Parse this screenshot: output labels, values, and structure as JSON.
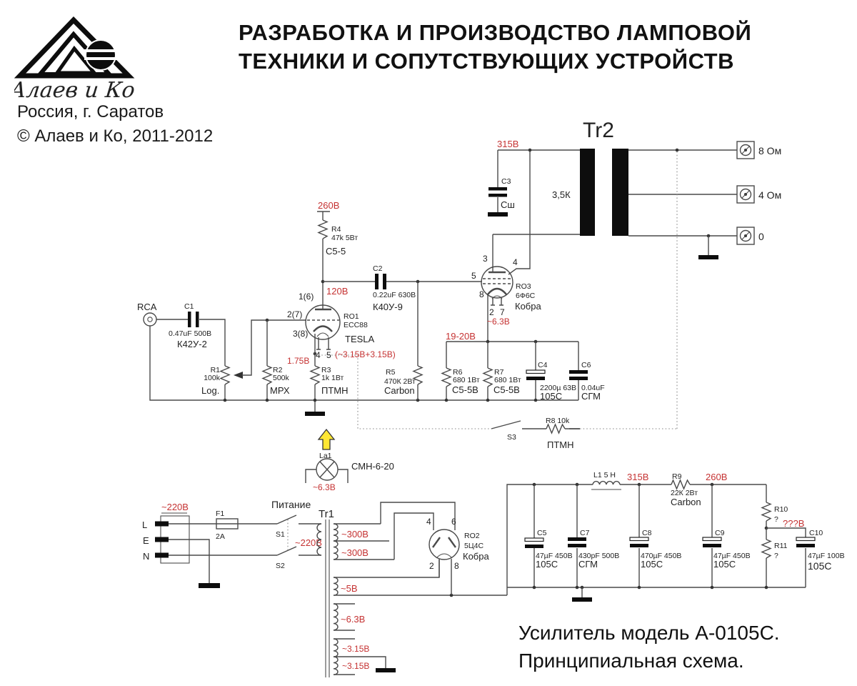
{
  "header": {
    "logo_text": "Алаев и Ко",
    "title1": "РАЗРАБОТКА И ПРОИЗВОДСТВО ЛАМПОВОЙ",
    "title2": "ТЕХНИКИ И СОПУТСТВУЮЩИХ УСТРОЙСТВ",
    "location": "Россия, г. Саратов",
    "copyright": "© Алаев и Ко, 2011-2012"
  },
  "footer": {
    "line1": "Усилитель модель А-0105С.",
    "line2": "Принципиальная схема."
  },
  "colors": {
    "accent_red": "#c53232",
    "arrow_yellow": "#ffe733",
    "line": "#4a4a4a"
  },
  "input": {
    "rca_label": "RCA",
    "c1_ref": "C1",
    "c1_val": "0.47uF 500В",
    "c1_type": "К42У-2",
    "r1_ref": "R1",
    "r1_val": "100k",
    "r1_type": "Log.",
    "r2_ref": "R2",
    "r2_val": "500k",
    "r2_type": "МРХ",
    "r3_ref": "R3",
    "r3_val": "1k 1Вт",
    "r3_type": "ПТМН",
    "r4_ref": "R4",
    "r4_val": "47k 5Вт",
    "r4_type": "С5-5",
    "r5_ref": "R5",
    "r5_val": "470К 2Вт",
    "r5_type": "Carbon",
    "c2_ref": "C2",
    "c2_val": "0.22uF 630В",
    "c2_type": "К40У-9",
    "v260": "260В",
    "v120": "120В",
    "v175": "1.75В",
    "vheat": "(~3.15В+3.15В)"
  },
  "ro1": {
    "ref": "RO1",
    "model": "ECC88",
    "brand": "TESLA",
    "p16": "1(6)",
    "p27": "2(7)",
    "p38": "3(8)",
    "p4": "4",
    "p5": "5"
  },
  "out": {
    "v1920": "19-20В",
    "v63": "~6.3В",
    "v315": "315В",
    "r6_ref": "R6",
    "r6_val": "680 1Вт",
    "r6_type": "С5-5В",
    "r7_ref": "R7",
    "r7_val": "680 1Вт",
    "r7_type": "С5-5В",
    "c4_ref": "C4",
    "c4_val": "2200µ 63В",
    "c4_type": "105С",
    "c6_ref": "C6",
    "c6_val": "0.04uF",
    "c6_type": "СГМ",
    "c3_ref": "C3",
    "c3_type": "Сш",
    "tr2": "Tr2",
    "imp": "3,5К",
    "t8": "8 Ом",
    "t4": "4 Ом",
    "t0": "0"
  },
  "ro3": {
    "ref": "RO3",
    "model": "6Ф6С",
    "brand": "Кобра",
    "p3": "3",
    "p4": "4",
    "p5": "5",
    "p8": "8",
    "p2": "2",
    "p7": "7"
  },
  "fb": {
    "s3": "S3",
    "r8": "R8 10k",
    "r8_type": "ПТМН"
  },
  "lamp": {
    "ref": "La1",
    "model": "СМН-6-20",
    "v": "~6.3В"
  },
  "psu": {
    "mains": "~220В",
    "t_l": "L",
    "t_e": "E",
    "t_n": "N",
    "f1": "F1",
    "f1_val": "2A",
    "power": "Питание",
    "s1": "S1",
    "s2": "S2",
    "tr1": "Tr1",
    "prim": "~220В",
    "w300a": "~300В",
    "w300b": "~300В",
    "w5": "~5В",
    "w63": "~6.3В",
    "w315a": "~3.15В",
    "w315b": "~3.15В",
    "l1": "L1  5 H",
    "v315": "315В",
    "v260": "260В",
    "vx": "???В",
    "r9_ref": "R9",
    "r9_val": "22К 2Вт",
    "r9_type": "Carbon",
    "c5_ref": "C5",
    "c5_val": "47µF 450В",
    "c5_type": "105С",
    "c7_ref": "C7",
    "c7_val": "430pF 500В",
    "c7_type": "СГМ",
    "c8_ref": "C8",
    "c8_val": "470µF 450В",
    "c8_type": "105С",
    "c9_ref": "C9",
    "c9_val": "47µF 450В",
    "c9_type": "105С",
    "c10_ref": "C10",
    "c10_val": "47µF 100В",
    "c10_type": "105С",
    "r10_ref": "R10",
    "r10_val": "?",
    "r11_ref": "R11",
    "r11_val": "?"
  },
  "ro2": {
    "ref": "RO2",
    "model": "5Ц4С",
    "brand": "Кобра",
    "p4": "4",
    "p6": "6",
    "p2": "2",
    "p8": "8"
  }
}
